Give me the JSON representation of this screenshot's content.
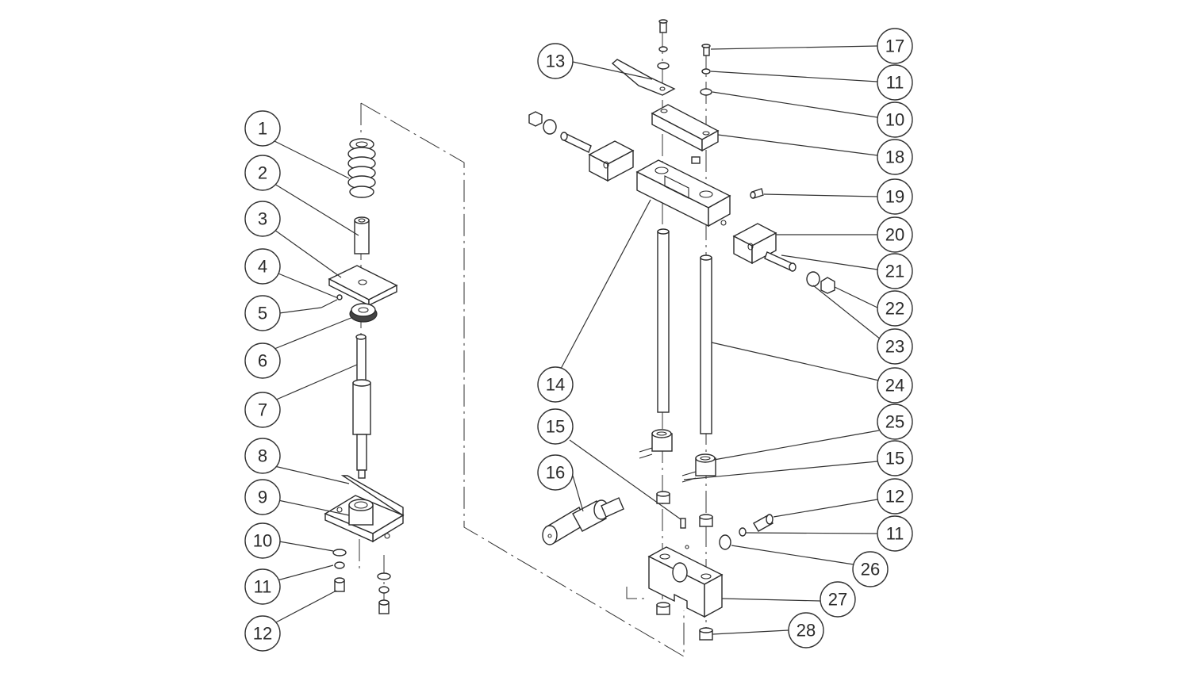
{
  "diagram": {
    "callouts_left": [
      {
        "label": "1"
      },
      {
        "label": "2"
      },
      {
        "label": "3"
      },
      {
        "label": "4"
      },
      {
        "label": "5"
      },
      {
        "label": "6"
      },
      {
        "label": "7"
      },
      {
        "label": "8"
      },
      {
        "label": "9"
      },
      {
        "label": "10"
      },
      {
        "label": "11"
      },
      {
        "label": "12"
      }
    ],
    "callouts_right": [
      {
        "label": "17"
      },
      {
        "label": "11"
      },
      {
        "label": "10"
      },
      {
        "label": "18"
      },
      {
        "label": "19"
      },
      {
        "label": "20"
      },
      {
        "label": "21"
      },
      {
        "label": "22"
      },
      {
        "label": "23"
      },
      {
        "label": "24"
      },
      {
        "label": "25"
      },
      {
        "label": "15"
      },
      {
        "label": "12"
      },
      {
        "label": "11"
      },
      {
        "label": "26"
      },
      {
        "label": "27"
      },
      {
        "label": "28"
      }
    ],
    "callouts_middle": [
      {
        "label": "13"
      },
      {
        "label": "14"
      },
      {
        "label": "15"
      },
      {
        "label": "16"
      }
    ],
    "colors": {
      "line": "#2a2a2a",
      "background": "#ffffff"
    }
  }
}
